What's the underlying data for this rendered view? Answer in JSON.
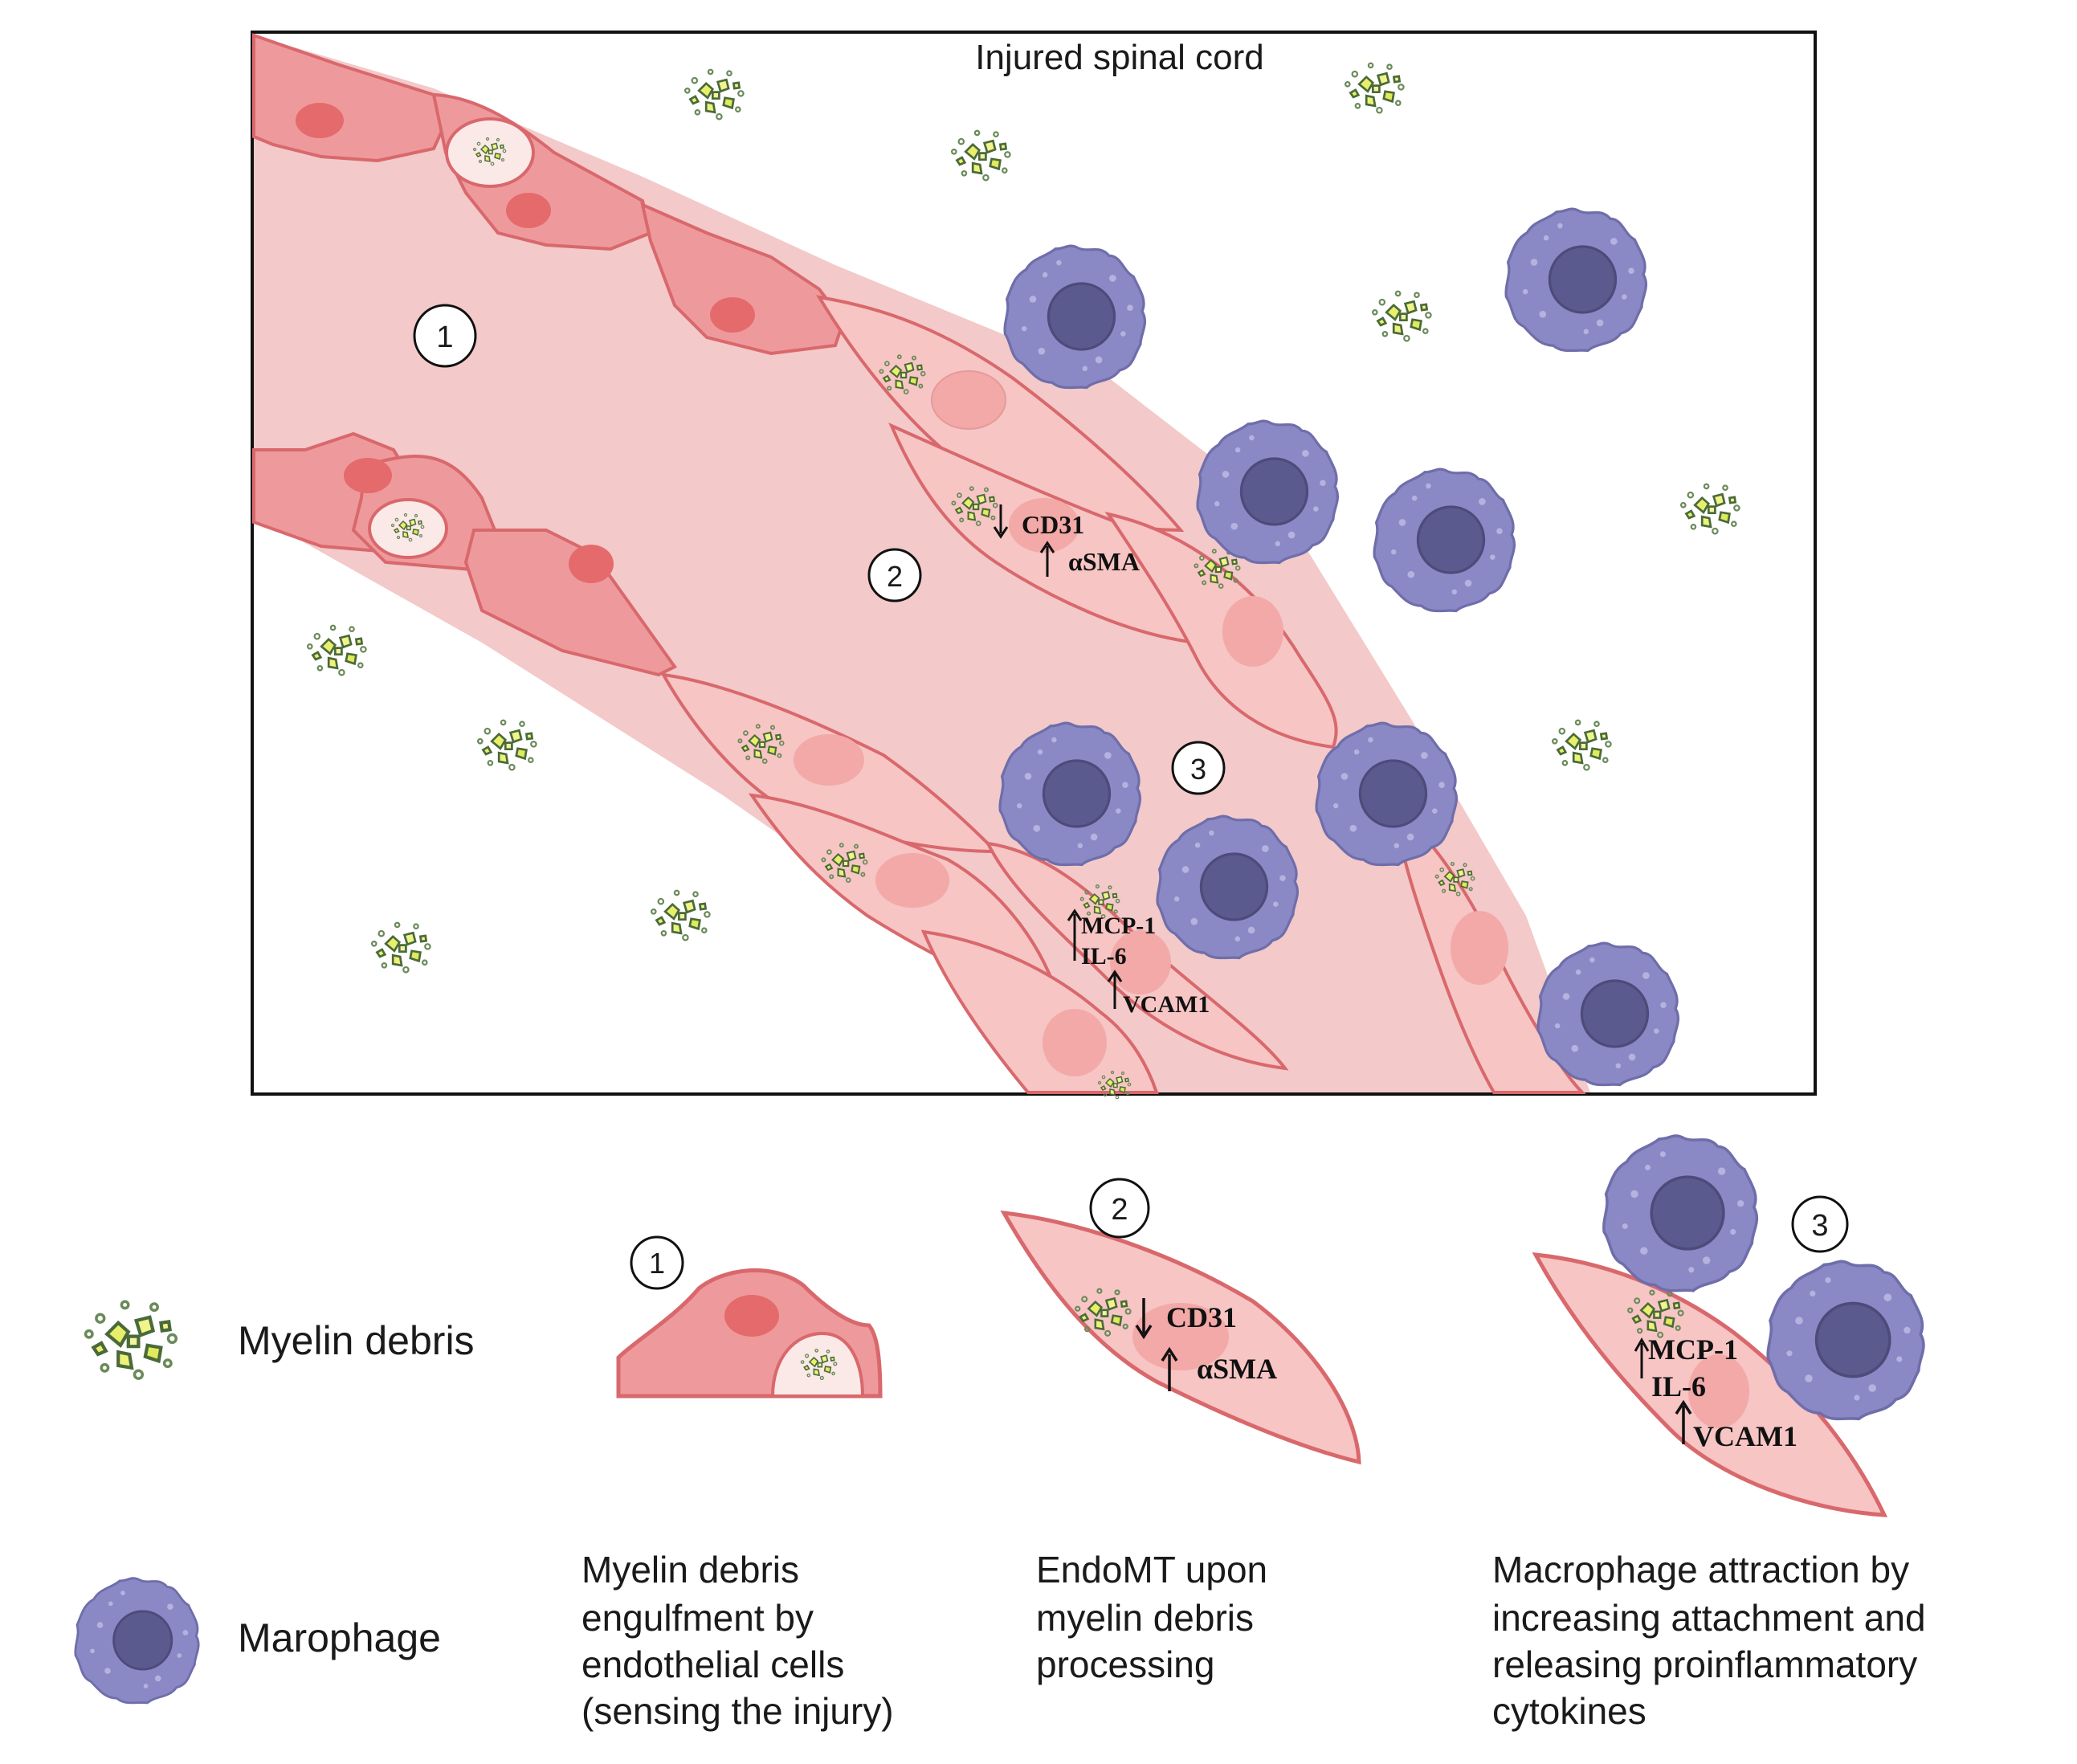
{
  "panel": {
    "title": "Injured spinal cord"
  },
  "step_numbers": [
    "1",
    "2",
    "3"
  ],
  "markers": {
    "down": "CD31",
    "up": "αSMA",
    "mcp": "MCP-1",
    "il": "IL-6",
    "vcam": "VCAM1"
  },
  "legend": {
    "myelin": "Myelin debris",
    "macrophage": "Marophage"
  },
  "captions": {
    "step1": [
      "Myelin debris",
      "engulfment by",
      "endothelial cells",
      "(sensing the injury)"
    ],
    "step2": [
      "EndoMT upon",
      "myelin debris",
      "processing"
    ],
    "step3": [
      "Macrophage attraction by",
      "increasing attachment and",
      "releasing  proinflammatory",
      "cytokines"
    ]
  },
  "colors": {
    "endothelial": "#ee9a9c",
    "endothelial_stroke": "#d9686c",
    "vessel_lumen": "#f3c9c9",
    "spindle_cell": "#f6c5c4",
    "macrophage": "#8a89c6",
    "macrophage_nucleus": "#5b5a8e",
    "debris": "#e8ef6a"
  }
}
